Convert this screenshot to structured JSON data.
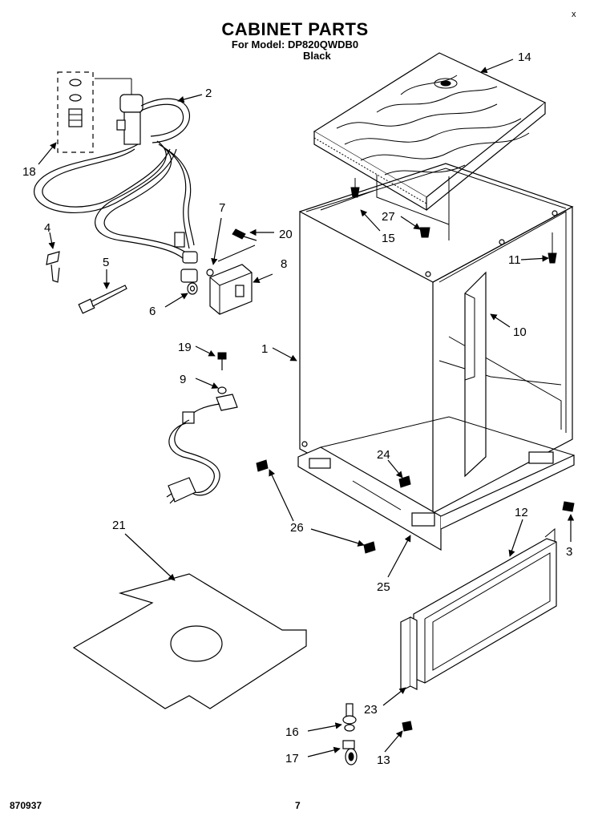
{
  "header": {
    "title": "CABINET PARTS",
    "model_line": "For Model: DP820QWDB0",
    "color": "Black",
    "corner_mark": "x"
  },
  "footer": {
    "drawing_code": "870937",
    "page_number": "7"
  },
  "callouts": [
    "1",
    "2",
    "3",
    "4",
    "5",
    "6",
    "7",
    "8",
    "9",
    "10",
    "11",
    "12",
    "13",
    "14",
    "15",
    "16",
    "17",
    "18",
    "19",
    "20",
    "21",
    "23",
    "24",
    "25",
    "26",
    "27"
  ]
}
